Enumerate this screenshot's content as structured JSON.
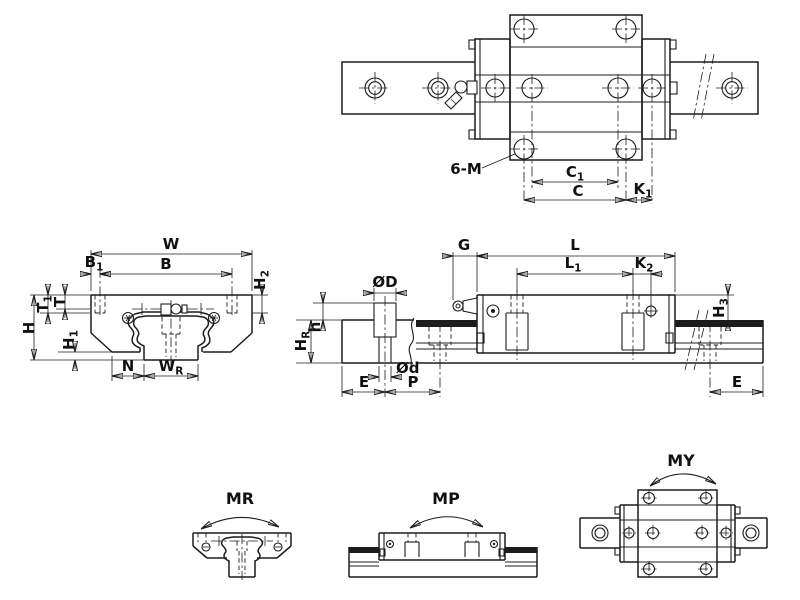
{
  "colors": {
    "line": "#1c1c1c",
    "background": "#ffffff"
  },
  "top_view": {
    "callout_6m": "6-M",
    "c1": {
      "m": "C",
      "s": "1"
    },
    "c": {
      "m": "C",
      "s": ""
    },
    "k1": {
      "m": "K",
      "s": "1"
    }
  },
  "cross_section": {
    "w": {
      "m": "W",
      "s": ""
    },
    "b1": {
      "m": "B",
      "s": "1"
    },
    "b": {
      "m": "B",
      "s": ""
    },
    "h2": {
      "m": "H",
      "s": "2"
    },
    "t1": {
      "m": "T",
      "s": "1"
    },
    "t": {
      "m": "T",
      "s": ""
    },
    "h": {
      "m": "H",
      "s": ""
    },
    "h1": {
      "m": "H",
      "s": "1"
    },
    "n": {
      "m": "N",
      "s": ""
    },
    "wr": {
      "m": "W",
      "s": "R"
    }
  },
  "side_view": {
    "g": {
      "m": "G",
      "s": ""
    },
    "l": {
      "m": "L",
      "s": ""
    },
    "l1": {
      "m": "L",
      "s": "1"
    },
    "k2": {
      "m": "K",
      "s": "2"
    },
    "h3": {
      "m": "H",
      "s": "3"
    },
    "hr": {
      "m": "H",
      "s": "R"
    },
    "h_bolt": {
      "m": "h",
      "s": ""
    },
    "dia_major": {
      "m": "ØD",
      "s": ""
    },
    "dia_minor": {
      "m": "Ød",
      "s": ""
    },
    "e": {
      "m": "E",
      "s": ""
    },
    "p": {
      "m": "P",
      "s": ""
    }
  },
  "moments": {
    "mr": "MR",
    "mp": "MP",
    "my": "MY"
  }
}
